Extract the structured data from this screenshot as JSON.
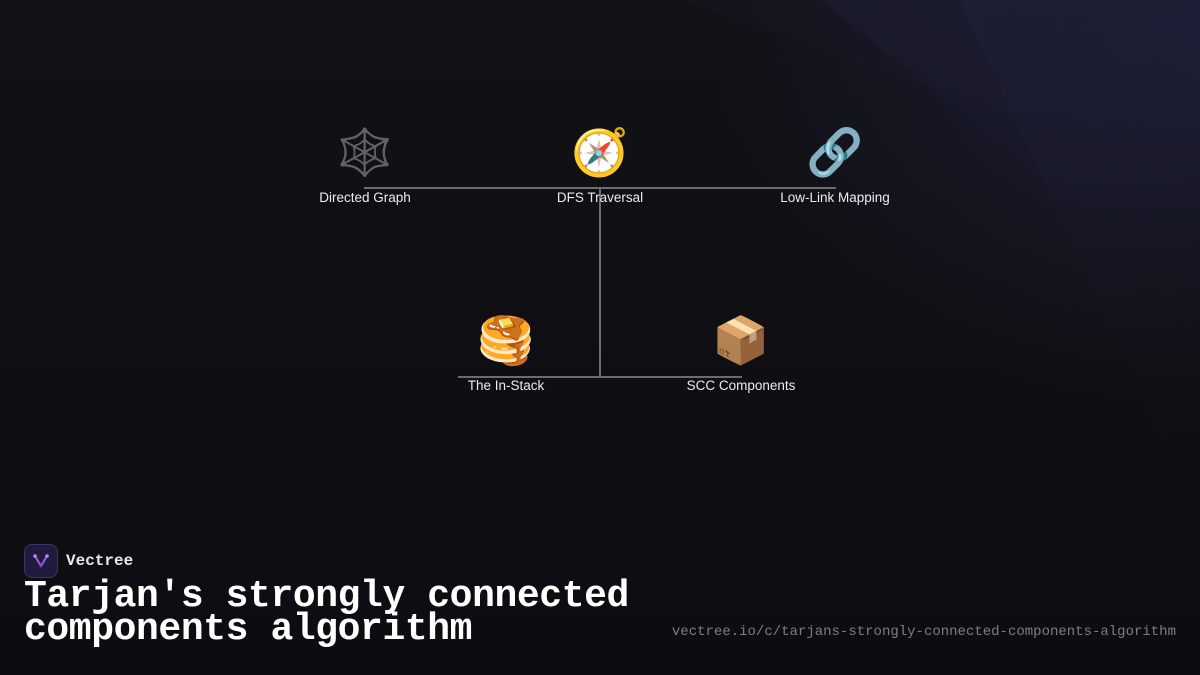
{
  "diagram": {
    "nodes": [
      {
        "id": "directed-graph",
        "icon": "🕸️",
        "icon_name": "spider-web-icon",
        "label": "Directed Graph"
      },
      {
        "id": "dfs-traversal",
        "icon": "🧭",
        "icon_name": "compass-icon",
        "label": "DFS Traversal"
      },
      {
        "id": "low-link-mapping",
        "icon": "🔗",
        "icon_name": "link-icon",
        "label": "Low-Link Mapping"
      },
      {
        "id": "in-stack",
        "icon": "🥞",
        "icon_name": "pancakes-icon",
        "label": "The In-Stack"
      },
      {
        "id": "scc-components",
        "icon": "📦",
        "icon_name": "package-icon",
        "label": "SCC Components"
      }
    ],
    "edges": [
      [
        "dfs-traversal",
        "directed-graph"
      ],
      [
        "dfs-traversal",
        "low-link-mapping"
      ],
      [
        "dfs-traversal",
        "in-stack"
      ],
      [
        "dfs-traversal",
        "scc-components"
      ]
    ]
  },
  "brand": {
    "name": "Vectree",
    "logo_icon": "vectree-logo-icon",
    "accent_color": "#a259e6"
  },
  "title": "Tarjan's strongly connected components algorithm",
  "url": "vectree.io/c/tarjans-strongly-connected-components-algorithm",
  "colors": {
    "background": "#0f0f13",
    "connector": "#6b6b70",
    "label": "#ececf0",
    "url": "#7c7c84"
  }
}
